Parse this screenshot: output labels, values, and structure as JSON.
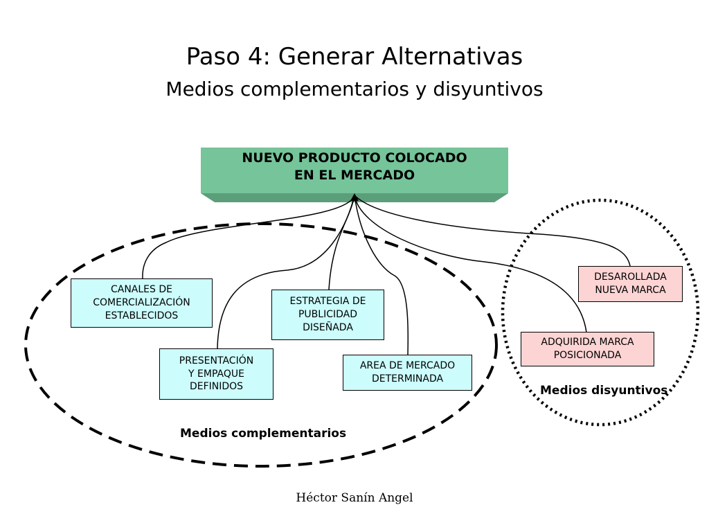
{
  "title": "Paso 4: Generar Alternativas",
  "subtitle": "Medios complementarios y disyuntivos",
  "root": "NUEVO PRODUCTO COLOCADO\nEN EL MERCADO",
  "nodes": {
    "canales": "CANALES DE\nCOMERCIALIZACIÓN\nESTABLECIDOS",
    "presentacion": "PRESENTACIÓN\nY EMPAQUE\nDEFINIDOS",
    "estrategia": "ESTRATEGIA DE\nPUBLICIDAD\nDISEÑADA",
    "area": "AREA DE MERCADO\nDETERMINADA",
    "desarollada": "DESAROLLADA\nNUEVA MARCA",
    "adquirida": "ADQUIRIDA MARCA\nPOSICIONADA"
  },
  "groups": {
    "complementarios": "Medios complementarios",
    "disyuntivos": "Medios disyuntivos"
  },
  "footer": "Héctor Sanín Angel",
  "colors": {
    "root": "#76c49a",
    "complementary_box": "#ccfcfc",
    "disjunctive_box": "#fcd4d4"
  }
}
